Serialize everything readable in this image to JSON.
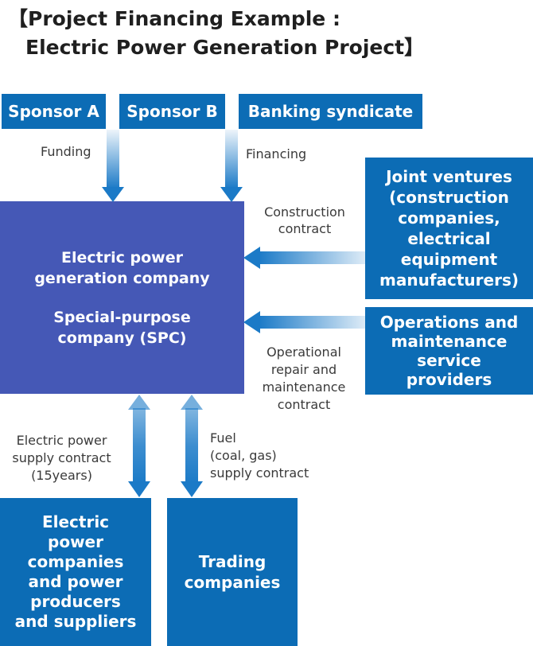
{
  "title": {
    "line1": "【Project Financing Example :",
    "line2": "Electric Power Generation Project】"
  },
  "sponsors": {
    "a": "Sponsor A",
    "b": "Sponsor B",
    "bank": "Banking syndicate"
  },
  "flows": {
    "funding": "Funding",
    "financing": "Financing",
    "construction": "Construction\ncontract",
    "operational": "Operational\nrepair and\nmaintenance\ncontract",
    "power_supply": "Electric power\nsupply contract\n(15years)",
    "fuel": "Fuel\n(coal, gas)\nsupply contract"
  },
  "spc": {
    "line1": "Electric power\ngeneration company",
    "line2": "Special-purpose\ncompany (SPC)"
  },
  "joint_ventures": "Joint ventures\n(construction\ncompanies,\nelectrical\nequipment\nmanufacturers)",
  "operations": "Operations and\nmaintenance\nservice\nproviders",
  "power_companies": "Electric\npower\ncompanies\nand power\nproducers\nand suppliers",
  "trading": "Trading\ncompanies",
  "colors": {
    "box_blue": "#0c6cb5",
    "spc_blue": "#4558b6",
    "arrow_blue": "#1b7ac7"
  }
}
